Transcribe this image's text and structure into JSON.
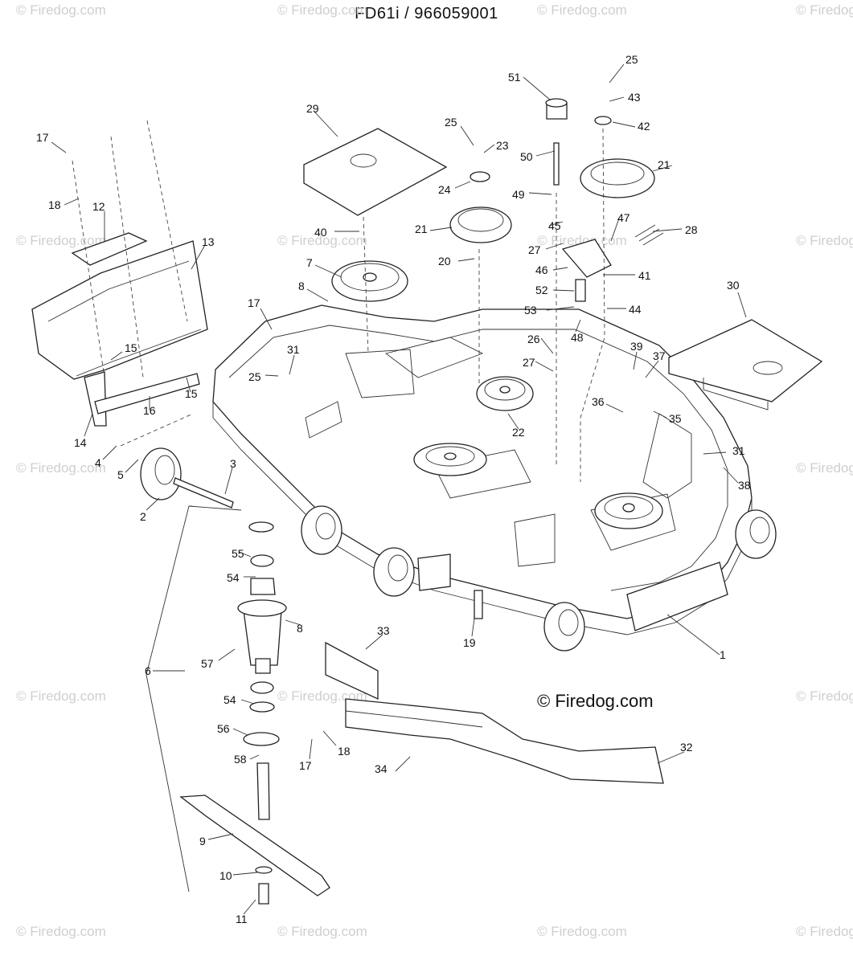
{
  "title": "FD61i / 966059001",
  "brand_watermark": "© Firedog.com",
  "watermark_text": "© Firedog.com",
  "callouts": [
    {
      "id": "c1",
      "label": "1"
    },
    {
      "id": "c2",
      "label": "2"
    },
    {
      "id": "c3",
      "label": "3"
    },
    {
      "id": "c4",
      "label": "4"
    },
    {
      "id": "c5",
      "label": "5"
    },
    {
      "id": "c6",
      "label": "6"
    },
    {
      "id": "c7",
      "label": "7"
    },
    {
      "id": "c8a",
      "label": "8"
    },
    {
      "id": "c8b",
      "label": "8"
    },
    {
      "id": "c9",
      "label": "9"
    },
    {
      "id": "c10",
      "label": "10"
    },
    {
      "id": "c11",
      "label": "11"
    },
    {
      "id": "c12",
      "label": "12"
    },
    {
      "id": "c13",
      "label": "13"
    },
    {
      "id": "c14",
      "label": "14"
    },
    {
      "id": "c15a",
      "label": "15"
    },
    {
      "id": "c15b",
      "label": "15"
    },
    {
      "id": "c16",
      "label": "16"
    },
    {
      "id": "c17a",
      "label": "17"
    },
    {
      "id": "c17b",
      "label": "17"
    },
    {
      "id": "c17c",
      "label": "17"
    },
    {
      "id": "c18a",
      "label": "18"
    },
    {
      "id": "c18b",
      "label": "18"
    },
    {
      "id": "c19",
      "label": "19"
    },
    {
      "id": "c20",
      "label": "20"
    },
    {
      "id": "c21a",
      "label": "21"
    },
    {
      "id": "c21b",
      "label": "21"
    },
    {
      "id": "c22",
      "label": "22"
    },
    {
      "id": "c23",
      "label": "23"
    },
    {
      "id": "c24",
      "label": "24"
    },
    {
      "id": "c25a",
      "label": "25"
    },
    {
      "id": "c25b",
      "label": "25"
    },
    {
      "id": "c25c",
      "label": "25"
    },
    {
      "id": "c26",
      "label": "26"
    },
    {
      "id": "c27a",
      "label": "27"
    },
    {
      "id": "c27b",
      "label": "27"
    },
    {
      "id": "c28",
      "label": "28"
    },
    {
      "id": "c29",
      "label": "29"
    },
    {
      "id": "c30",
      "label": "30"
    },
    {
      "id": "c31a",
      "label": "31"
    },
    {
      "id": "c31b",
      "label": "31"
    },
    {
      "id": "c32",
      "label": "32"
    },
    {
      "id": "c33",
      "label": "33"
    },
    {
      "id": "c34",
      "label": "34"
    },
    {
      "id": "c35",
      "label": "35"
    },
    {
      "id": "c36",
      "label": "36"
    },
    {
      "id": "c37",
      "label": "37"
    },
    {
      "id": "c38",
      "label": "38"
    },
    {
      "id": "c39",
      "label": "39"
    },
    {
      "id": "c40",
      "label": "40"
    },
    {
      "id": "c41",
      "label": "41"
    },
    {
      "id": "c42",
      "label": "42"
    },
    {
      "id": "c43",
      "label": "43"
    },
    {
      "id": "c44",
      "label": "44"
    },
    {
      "id": "c45",
      "label": "45"
    },
    {
      "id": "c46",
      "label": "46"
    },
    {
      "id": "c47",
      "label": "47"
    },
    {
      "id": "c48",
      "label": "48"
    },
    {
      "id": "c49",
      "label": "49"
    },
    {
      "id": "c50",
      "label": "50"
    },
    {
      "id": "c51",
      "label": "51"
    },
    {
      "id": "c52",
      "label": "52"
    },
    {
      "id": "c53",
      "label": "53"
    },
    {
      "id": "c54a",
      "label": "54"
    },
    {
      "id": "c54b",
      "label": "54"
    },
    {
      "id": "c55",
      "label": "55"
    },
    {
      "id": "c56",
      "label": "56"
    },
    {
      "id": "c57",
      "label": "57"
    },
    {
      "id": "c58",
      "label": "58"
    }
  ]
}
